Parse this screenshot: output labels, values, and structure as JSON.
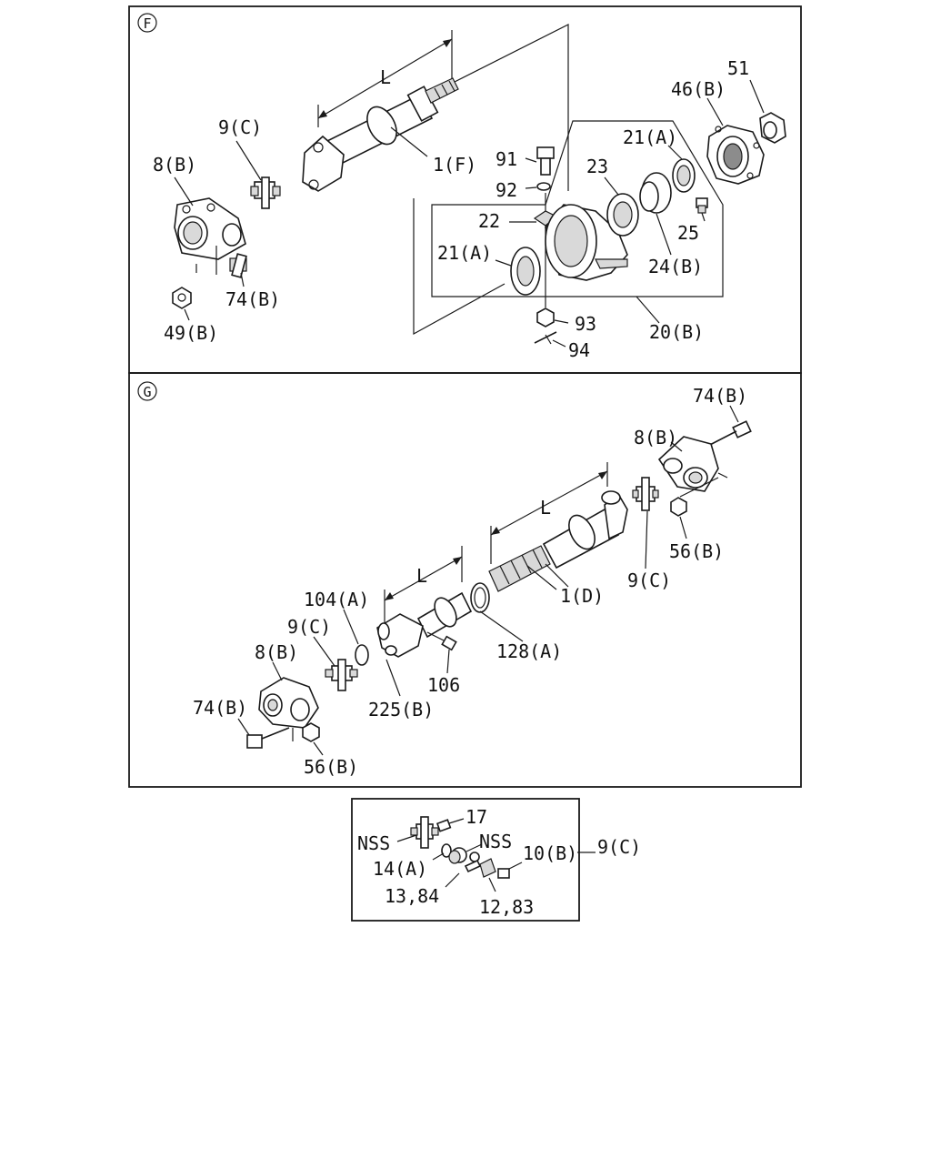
{
  "panel_f": {
    "marker": "F",
    "labels": {
      "dim_l": "L",
      "p9c": "9(C)",
      "p8b": "8(B)",
      "p74b": "74(B)",
      "p49b": "49(B)",
      "p1f": "1(F)",
      "p91": "91",
      "p92": "92",
      "p22": "22",
      "p21a_left": "21(A)",
      "p23": "23",
      "p21a_top": "21(A)",
      "p46b": "46(B)",
      "p51": "51",
      "p25": "25",
      "p24b": "24(B)",
      "p93": "93",
      "p94": "94",
      "p20b": "20(B)"
    }
  },
  "panel_g": {
    "marker": "G",
    "labels": {
      "p74b_top": "74(B)",
      "p8b_top": "8(B)",
      "dim_l_long": "L",
      "p56b_top": "56(B)",
      "p9c_right": "9(C)",
      "p1d": "1(D)",
      "dim_l_short": "L",
      "p104a": "104(A)",
      "p9c_left": "9(C)",
      "p8b_left": "8(B)",
      "p128a": "128(A)",
      "p106": "106",
      "p225b": "225(B)",
      "p74b_left": "74(B)",
      "p56b_bottom": "56(B)"
    }
  },
  "detail": {
    "labels": {
      "p17": "17",
      "nss_left": "NSS",
      "nss_right": "NSS",
      "p10b": "10(B)",
      "p9c": "9(C)",
      "p14a": "14(A)",
      "p13_84": "13,84",
      "p12_83": "12,83"
    }
  }
}
